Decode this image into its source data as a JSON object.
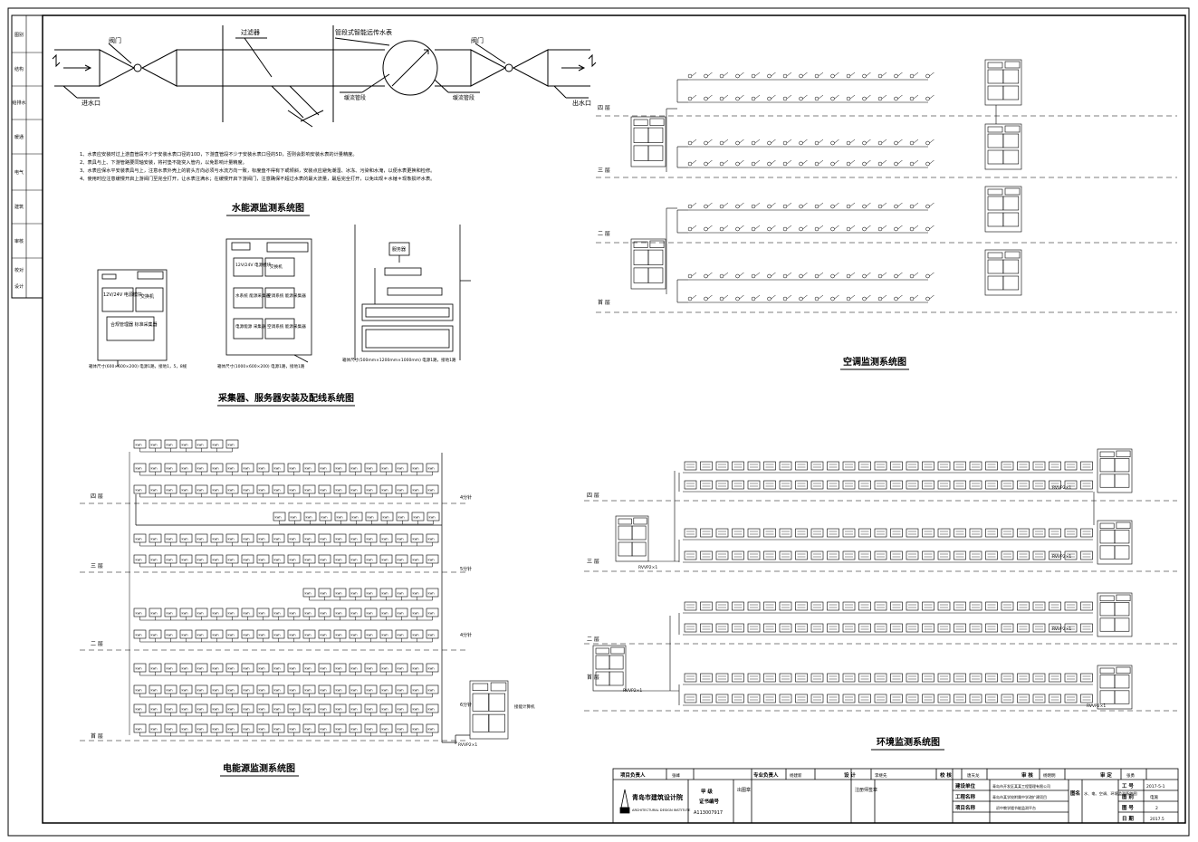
{
  "water_diagram": {
    "labels": {
      "valve_left": "阀门",
      "filter": "过滤器",
      "meter": "管段式智能远传水表",
      "valve_right": "阀门",
      "inlet": "进水口",
      "outlet": "出水口",
      "straight_pipe_left": "缓流管段",
      "straight_pipe_right": "缓流管段"
    },
    "notes": [
      "1、水表应安装时过上游直管段不少于安装水表口径的10D，下游直管段不少于安装水表口径的5D，否则会影响安装水表的计量精度。",
      "2、表具与上、下游管路要同轴安装，将衬垫不能突入管内，以免影响计量精度。",
      "3、水表应保水平安装表具与上，注意水表外壳上的箭头方向必须与水流方向一致，标度盘不得有下或倾斜，安装点应避免潮湿、冰冻、污染和水淹，以便水表更换和检修。",
      "4、使用时应注意缓慢开启上游阀门至完全打开，让水表注满水；在缓慢开启下游阀门，注意确保不超过水表的最大流量，最后完全打开，以免出现＊水锤＊现象损坏水表。"
    ],
    "title": "水能源监测系统图"
  },
  "collector_diagram": {
    "title": "采集器、服务器安装及配线系统图",
    "box1_labels": [
      "12V/24V 电源模块",
      "交换机",
      "合规管理器 标准采集器"
    ],
    "box2_labels": [
      "12V/24V 电源模块",
      "交换机",
      "水系统 能源采集器",
      "电源能源 采集器",
      "空调系统 能源采集器",
      "空调系统 能源采集器"
    ],
    "box3_labels": [
      "服务器"
    ],
    "caption1": "箱体尺寸(600×600×200) 电源1路，接地1，5，8规",
    "caption2": "箱体尺寸(1000×600×200) 电源1路，接地1路",
    "caption3": "箱体尺寸(500mm×1200mm×1000mm) 电源1路，接地1路"
  },
  "electric_diagram": {
    "title": "电能源监测系统图",
    "floors": [
      "四 层",
      "三 层",
      "二 层",
      "首 层"
    ],
    "meter_label": "kwh",
    "side_labels": [
      "4分针",
      "5分针",
      "4分针",
      "6分针"
    ],
    "panel_label": "接能计算机",
    "bus_label": "RVVP2×1"
  },
  "ac_diagram": {
    "title": "空调监测系统图",
    "floors": [
      "四 层",
      "三 层",
      "二 层",
      "首 层"
    ]
  },
  "env_diagram": {
    "title": "环境监测系统图",
    "floors": [
      "四 层",
      "三 层",
      "二 层",
      "首 层"
    ],
    "cable_label": "RVVP2×1"
  },
  "title_block": {
    "row1": [
      "项目负责人",
      "专业负责人",
      "设 计",
      "校 核",
      "审 核",
      "审 定"
    ],
    "row1_names": [
      "张峰",
      "杨建新",
      "李继先",
      "唐天龙",
      "杨明明",
      "张勇"
    ],
    "company": "青岛市建筑设计院",
    "company_en": "ARCHITECTURAL DESIGN INSTITUTE",
    "grade_label": "甲 级",
    "cert_label": "证书编号",
    "cert_no": "A113007917",
    "stamp_left": "出图章",
    "stamp_mid": "注册师签章",
    "build_unit_label": "建设单位",
    "build_unit": "青岛市开发区某某工程管理有限公司",
    "project_label": "工程名称",
    "project": "青岛市某学校附属中学改扩建项目",
    "item_label": "项目名称",
    "item": "初中教学楼节能监测平台",
    "drawing_label": "图名",
    "drawing_name": "水、电、空调、环境监测系统图",
    "right_labels": [
      "工 号",
      "图 别",
      "图 号",
      "日 期"
    ],
    "right_values": [
      "2017-5-1",
      "电施",
      "2",
      "2017.5"
    ]
  },
  "left_strip": [
    "图别",
    "结构",
    "给排水",
    "暖通",
    "电气",
    "建筑",
    "审核",
    "校对",
    "设计"
  ]
}
